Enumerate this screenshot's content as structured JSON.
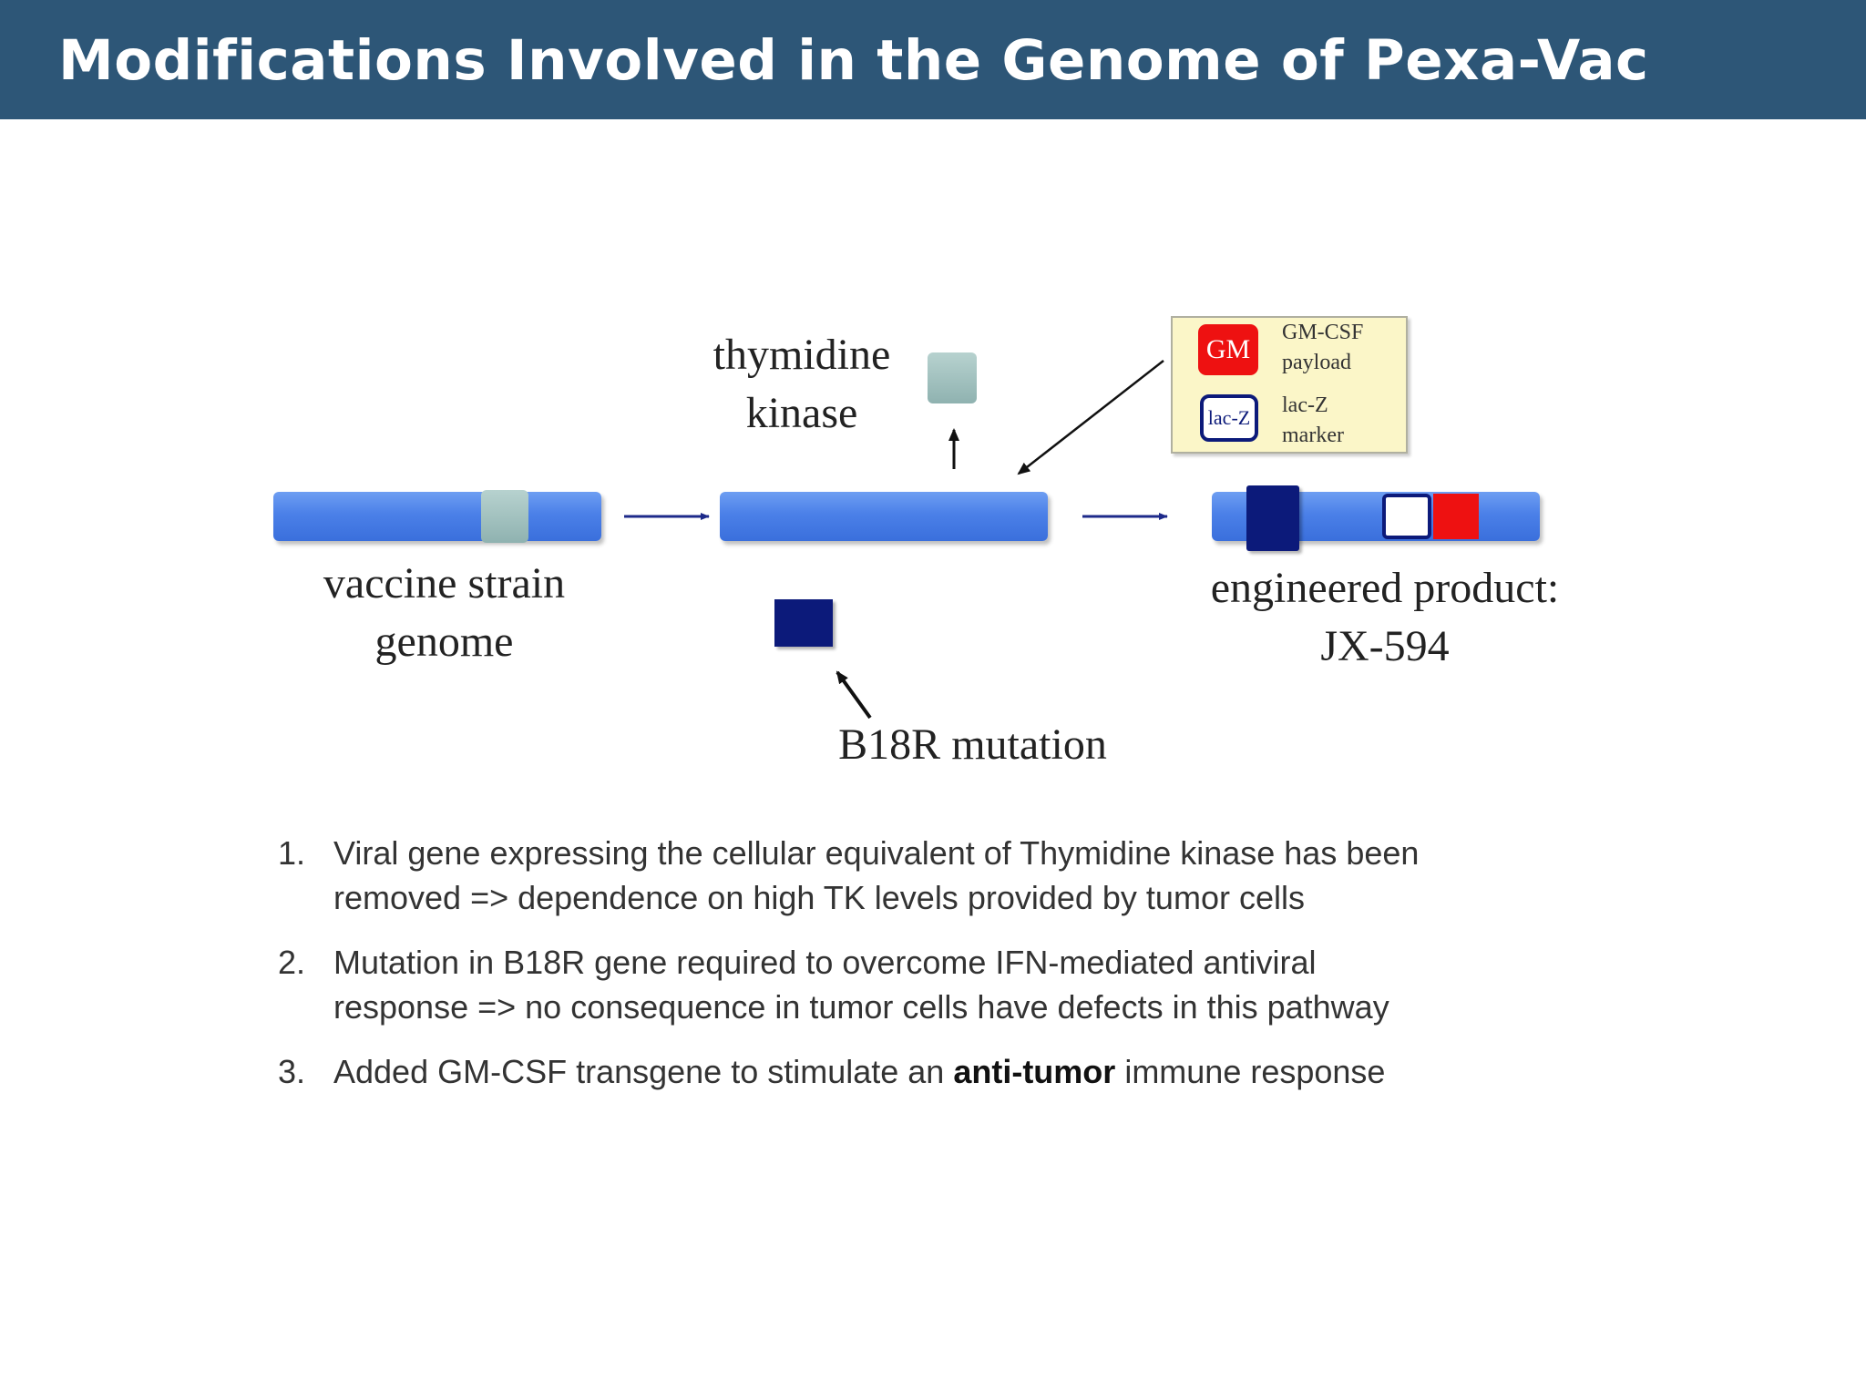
{
  "header": {
    "title": "Modifications Involved in the Genome of Pexa-Vac"
  },
  "diagram": {
    "thymidine_kinase_label": [
      "thymidine",
      "kinase"
    ],
    "vaccine_strain_label": [
      "vaccine strain",
      "genome"
    ],
    "b18r_label": "B18R mutation",
    "engineered_label": [
      "engineered product:",
      "JX-594"
    ],
    "legend": {
      "gm_swatch": "GM",
      "gm_text": [
        "GM-CSF",
        "payload"
      ],
      "lacz_swatch": "lac-Z",
      "lacz_text": [
        "lac-Z",
        "marker"
      ]
    },
    "colors": {
      "genome_bar": "#4b80e8",
      "tk_block": "#9fc0bd",
      "b18r_block": "#0c1a7a",
      "gm_csf": "#ee1111",
      "header": "#2d5677"
    }
  },
  "list": {
    "items": [
      {
        "number": "1.",
        "line1": "Viral gene expressing the cellular equivalent of Thymidine kinase has been",
        "line2": "removed => dependence on high TK levels provided by tumor cells"
      },
      {
        "number": "2.",
        "line1": "Mutation in B18R gene required to overcome IFN-mediated antiviral",
        "line2": "response => no consequence in tumor cells have defects in this pathway"
      },
      {
        "number": "3.",
        "before": "Added GM-CSF transgene to stimulate an ",
        "bold": "anti-tumor",
        "after": " immune response"
      }
    ]
  }
}
